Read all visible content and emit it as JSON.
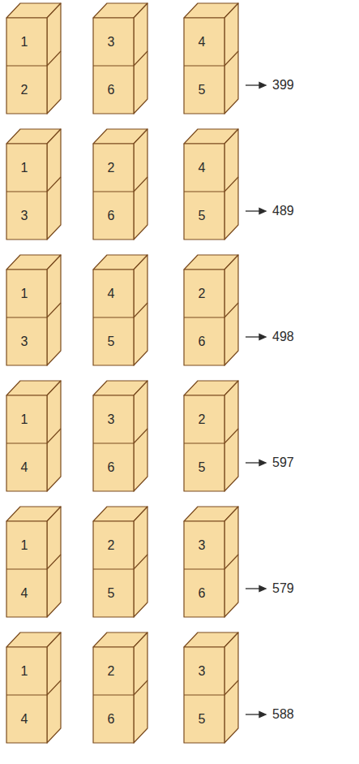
{
  "diagram": {
    "nodes": [
      {
        "text": [
          "1",
          "2"
        ]
      },
      {
        "text": [
          "3",
          "6"
        ]
      },
      {
        "text": [
          "4",
          "5"
        ]
      },
      {
        "text": [
          "1",
          "3"
        ]
      },
      {
        "text": [
          "2",
          "6"
        ]
      },
      {
        "text": [
          "4",
          "5"
        ]
      },
      {
        "text": [
          "1",
          "3"
        ]
      },
      {
        "text": [
          "4",
          "5"
        ]
      },
      {
        "text": [
          "2",
          "6"
        ]
      },
      {
        "text": [
          "1",
          "4"
        ]
      },
      {
        "text": [
          "3",
          "6"
        ]
      },
      {
        "text": [
          "2",
          "5"
        ]
      },
      {
        "text": [
          "1",
          "4"
        ]
      },
      {
        "text": [
          "2",
          "5"
        ]
      },
      {
        "text": [
          "3",
          "6"
        ]
      },
      {
        "text": [
          "1",
          "4"
        ]
      },
      {
        "text": [
          "2",
          "6"
        ]
      },
      {
        "text": [
          "3",
          "5"
        ]
      }
    ],
    "labels": [
      "399",
      "489",
      "498",
      "597",
      "579",
      "588"
    ]
  }
}
